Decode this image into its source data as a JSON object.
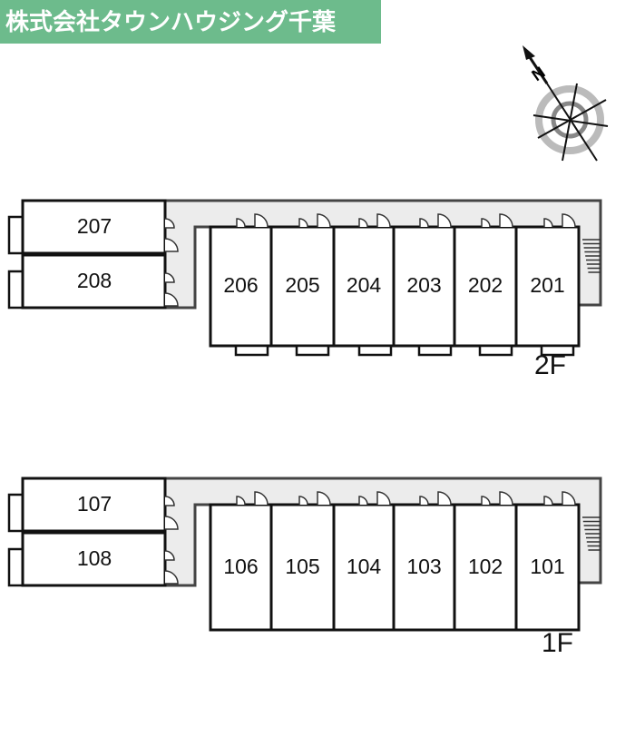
{
  "banner": {
    "company": "株式会社タウンハウジング千葉"
  },
  "compass": {
    "north_label": "N"
  },
  "floors": [
    {
      "label": "2F",
      "side_units": [
        "207",
        "208"
      ],
      "row_units": [
        "206",
        "205",
        "204",
        "203",
        "202",
        "201"
      ]
    },
    {
      "label": "1F",
      "side_units": [
        "107",
        "108"
      ],
      "row_units": [
        "106",
        "105",
        "104",
        "103",
        "102",
        "101"
      ]
    }
  ],
  "colors": {
    "banner": "#6dbb8c",
    "corridor": "#ececec",
    "wall": "#111111"
  }
}
